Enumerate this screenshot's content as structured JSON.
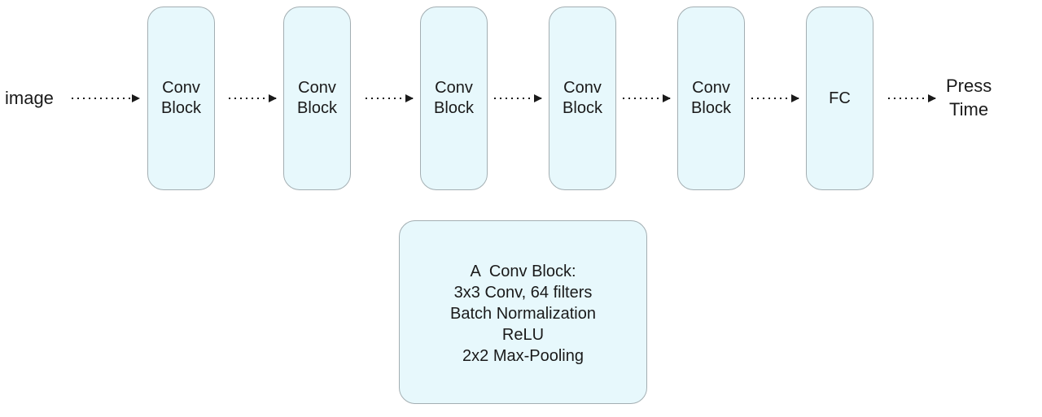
{
  "input_label": "image",
  "output_label": [
    "Press",
    "Time"
  ],
  "pipeline": [
    {
      "lines": [
        "Conv",
        "Block"
      ]
    },
    {
      "lines": [
        "Conv",
        "Block"
      ]
    },
    {
      "lines": [
        "Conv",
        "Block"
      ]
    },
    {
      "lines": [
        "Conv",
        "Block"
      ]
    },
    {
      "lines": [
        "Conv",
        "Block"
      ]
    },
    {
      "lines": [
        "FC"
      ]
    }
  ],
  "conv_block_detail": {
    "title": "A  Conv Block:",
    "lines": [
      "3x3 Conv, 64 filters",
      "Batch Normalization",
      "ReLU",
      "2x2 Max-Pooling"
    ]
  },
  "colors": {
    "box_fill": "#e7f8fc",
    "box_border": "#a3aeb2",
    "text": "#1a1a1a",
    "arrow": "#1a1a1a"
  }
}
